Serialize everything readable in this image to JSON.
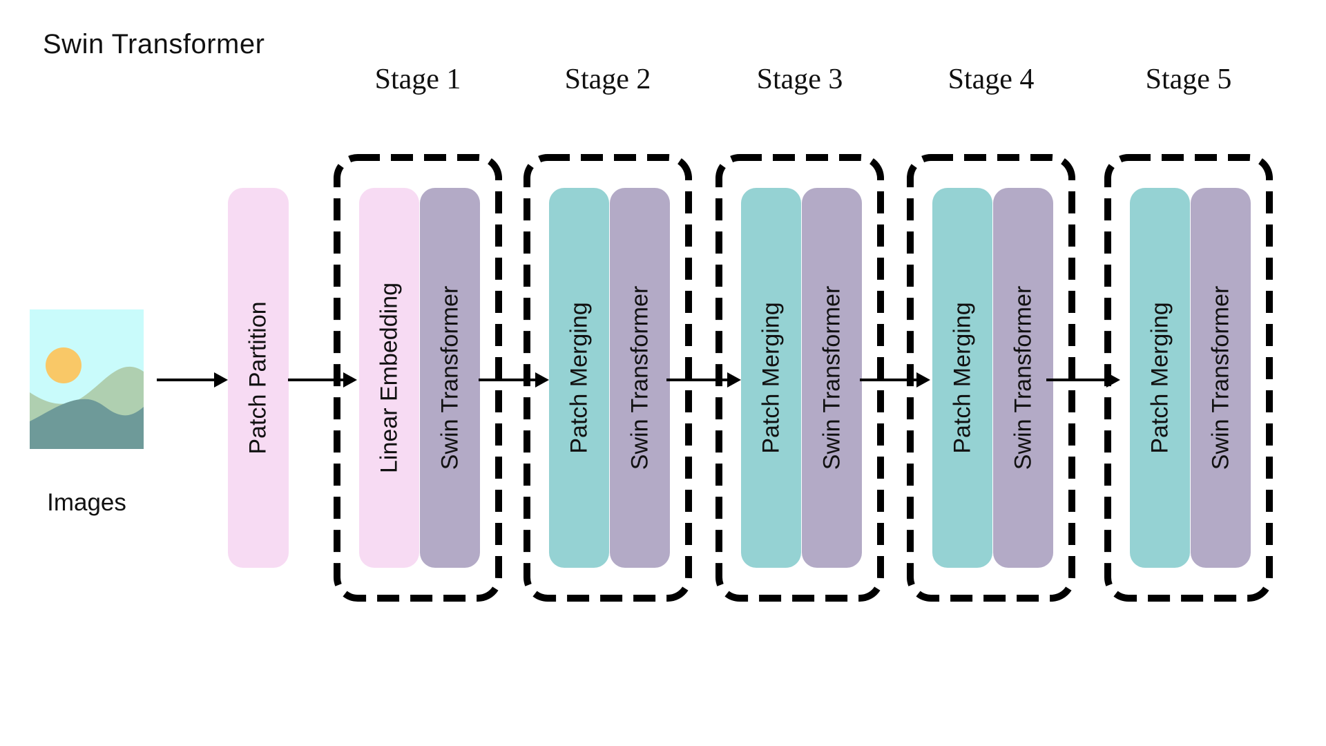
{
  "title": "Swin Transformer",
  "input": {
    "caption": "Images",
    "icon": "landscape-image-icon"
  },
  "preprocess": {
    "label": "Patch Partition"
  },
  "stages": [
    {
      "label": "Stage 1",
      "blocks": [
        "Linear Embedding",
        "Swin Transformer"
      ]
    },
    {
      "label": "Stage 2",
      "blocks": [
        "Patch Merging",
        "Swin Transformer"
      ]
    },
    {
      "label": "Stage 3",
      "blocks": [
        "Patch Merging",
        "Swin Transformer"
      ]
    },
    {
      "label": "Stage 4",
      "blocks": [
        "Patch Merging",
        "Swin Transformer"
      ]
    },
    {
      "label": "Stage 5",
      "blocks": [
        "Patch Merging",
        "Swin Transformer"
      ]
    }
  ],
  "colors": {
    "pink": "#F7DBF3",
    "purple": "#B3AAC6",
    "teal": "#95D2D3",
    "sky": "#C9FBFB",
    "sun": "#F9C867",
    "hillback": "#AFCFB0",
    "hillfront": "#6E9A99",
    "line": "#000000"
  }
}
